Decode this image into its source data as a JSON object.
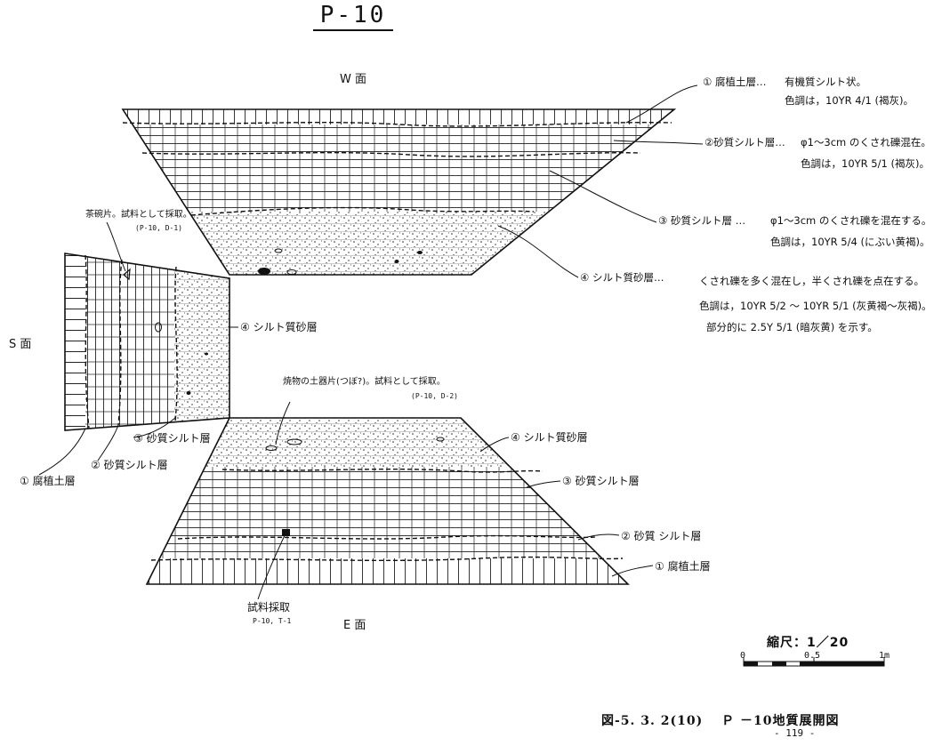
{
  "title": "P-10",
  "faces": {
    "w": "W 面",
    "s": "S 面",
    "e": "E 面"
  },
  "w_face_notes": {
    "layer1": {
      "name": "① 腐植土層…",
      "desc": [
        "有機質シルト状。",
        "色調は，10YR 4/1 (褐灰)。"
      ]
    },
    "layer2": {
      "name": "②砂質シルト層…",
      "desc": [
        "φ1～3cm のくされ礫混在。",
        "色調は，10YR 5/1 (褐灰)。"
      ]
    },
    "layer3": {
      "name": "③ 砂質シルト層 …",
      "desc": [
        "φ1～3cm のくされ礫を混在する。",
        "色調は，10YR 5/4 (にぶい黄褐)。"
      ]
    },
    "layer4": {
      "name": "④ シルト質砂層…",
      "desc": [
        "くされ礫を多く混在し，半くされ礫を点在する。",
        "色調は，10YR 5/2 ～ 10YR 5/1 (灰黄褐～灰褐)。",
        "部分的に 2.5Y 5/1 (暗灰黄) を示す。"
      ]
    }
  },
  "sample_d1": {
    "text": "茶碗片。試料として採取。",
    "code": "(P-10, D-1)"
  },
  "sample_d2": {
    "text": "焼物の土器片(つぼ?)。試料として採取。",
    "code": "(P-10, D-2)"
  },
  "sample_t1": {
    "text": "試料採取",
    "code": "P-10, T-1"
  },
  "s_face_labels": {
    "layer4": "④ シルト質砂層",
    "layer3": "③ 砂質シルト層",
    "layer2": "② 砂質シルト層",
    "layer1": "① 腐植土層"
  },
  "e_face_labels": {
    "layer4": "④ シルト質砂層",
    "layer3": "③ 砂質シルト層",
    "layer2": "② 砂質 シルト層",
    "layer1": "① 腐植土層"
  },
  "scale": {
    "title": "縮尺：1／20",
    "ticks": [
      "0",
      "0.5",
      "1m"
    ]
  },
  "caption": "図-5. 3. 2(10)　 Ｐ －10地質展開図",
  "page_number": "- 119 -"
}
